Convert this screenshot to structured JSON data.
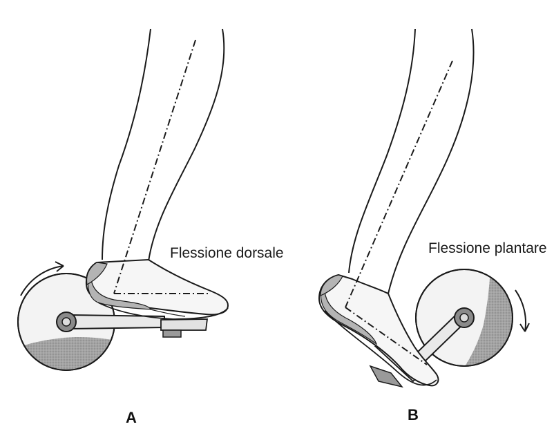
{
  "diagram": {
    "panels": [
      {
        "id": "A",
        "letter": "A",
        "label": "Flessione dorsale",
        "rotation_direction": "clockwise"
      },
      {
        "id": "B",
        "letter": "B",
        "label": "Flessione plantare",
        "rotation_direction": "clockwise"
      }
    ],
    "colors": {
      "outline": "#1a1a1a",
      "wheel_fill": "#f3f3f3",
      "wheel_shade": "#9a9a9a",
      "shoe_shade": "#b4b4b4",
      "shoe_light": "#f6f6f6",
      "background": "#ffffff"
    }
  }
}
